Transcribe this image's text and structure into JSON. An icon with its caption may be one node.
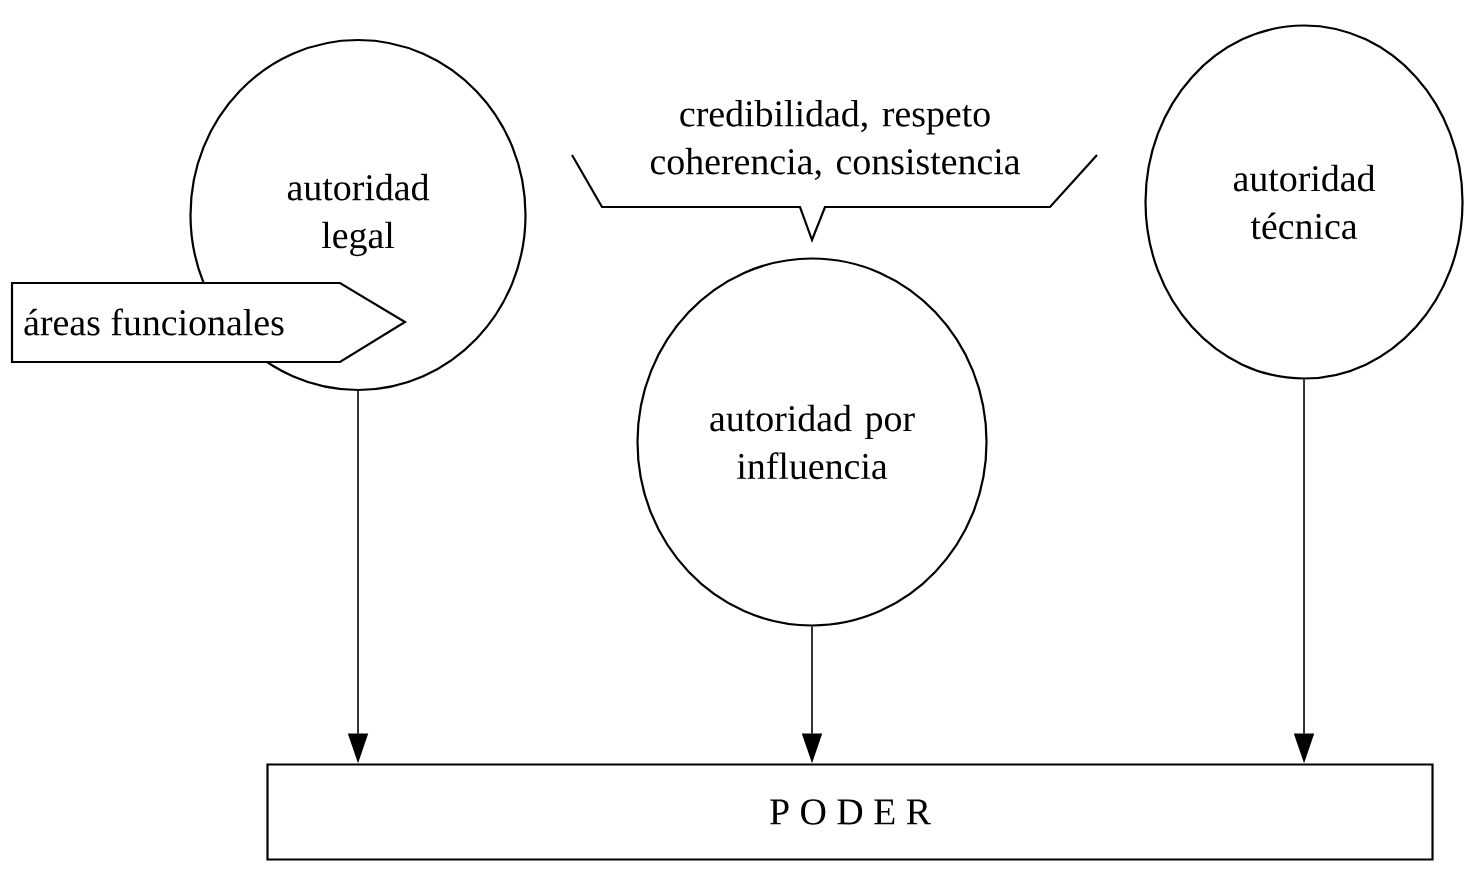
{
  "diagram": {
    "nodes": [
      {
        "text": [
          "autoridad legal"
        ]
      },
      {
        "text": [
          "áreas funcionales"
        ]
      },
      {
        "text": [
          "credibilidad, respeto coherencia, consistencia"
        ]
      },
      {
        "text": [
          "autoridad por influencia"
        ]
      },
      {
        "text": [
          "autoridad técnica"
        ]
      },
      {
        "text": [
          "P O D E R"
        ]
      }
    ],
    "edges": [
      {
        "from": 0,
        "to": 5,
        "arrow": "to"
      },
      {
        "from": 3,
        "to": 5,
        "arrow": "to"
      },
      {
        "from": 4,
        "to": 5,
        "arrow": "to"
      }
    ]
  }
}
